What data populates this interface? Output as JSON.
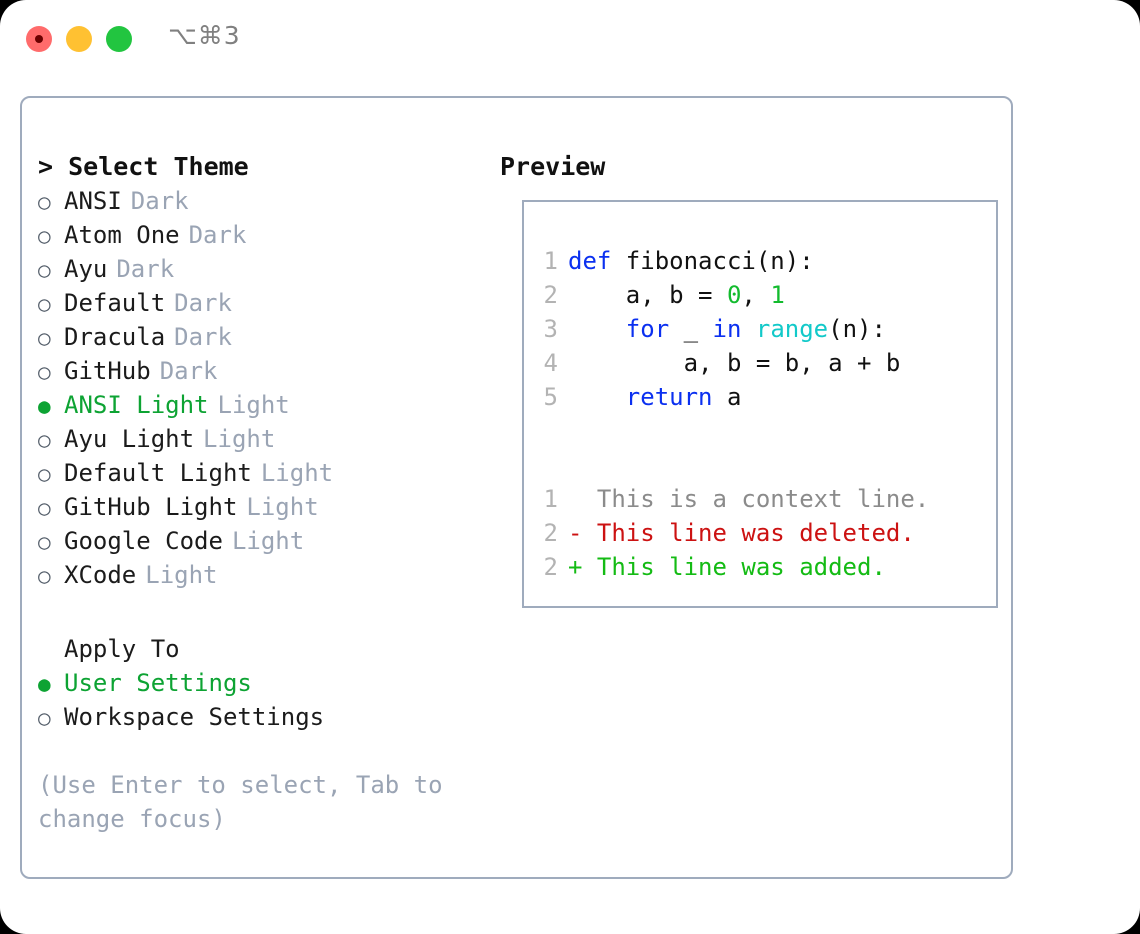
{
  "titlebar": {
    "shortcut": "⌥⌘3",
    "buttons": [
      {
        "name": "close",
        "color": "#ff6b6b"
      },
      {
        "name": "minimize",
        "color": "#ffc132"
      },
      {
        "name": "maximize",
        "color": "#22c540"
      }
    ]
  },
  "theme_panel": {
    "header": "> Select Theme",
    "items": [
      {
        "bullet": "○",
        "label": "ANSI",
        "tag": "Dark",
        "selected": false
      },
      {
        "bullet": "○",
        "label": "Atom One",
        "tag": "Dark",
        "selected": false
      },
      {
        "bullet": "○",
        "label": "Ayu",
        "tag": "Dark",
        "selected": false
      },
      {
        "bullet": "○",
        "label": "Default",
        "tag": "Dark",
        "selected": false
      },
      {
        "bullet": "○",
        "label": "Dracula",
        "tag": "Dark",
        "selected": false
      },
      {
        "bullet": "○",
        "label": "GitHub",
        "tag": "Dark",
        "selected": false
      },
      {
        "bullet": "●",
        "label": "ANSI Light",
        "tag": "Light",
        "selected": true
      },
      {
        "bullet": "○",
        "label": "Ayu Light",
        "tag": "Light",
        "selected": false
      },
      {
        "bullet": "○",
        "label": "Default Light",
        "tag": "Light",
        "selected": false
      },
      {
        "bullet": "○",
        "label": "GitHub Light",
        "tag": "Light",
        "selected": false
      },
      {
        "bullet": "○",
        "label": "Google Code",
        "tag": "Light",
        "selected": false
      },
      {
        "bullet": "○",
        "label": "XCode",
        "tag": "Light",
        "selected": false
      }
    ]
  },
  "apply_to": {
    "label": "Apply To",
    "items": [
      {
        "bullet": "●",
        "label": "User Settings",
        "selected": true
      },
      {
        "bullet": "○",
        "label": "Workspace Settings",
        "selected": false
      }
    ]
  },
  "hint": "(Use Enter to select, Tab to change focus)",
  "preview": {
    "title": "Preview",
    "code_lines": [
      {
        "no": "1",
        "tokens": [
          {
            "t": "def ",
            "c": "kw"
          },
          {
            "t": "fibonacci(n):",
            "c": "plain"
          }
        ]
      },
      {
        "no": "2",
        "tokens": [
          {
            "t": "    a, b = ",
            "c": "plain"
          },
          {
            "t": "0",
            "c": "num"
          },
          {
            "t": ", ",
            "c": "plain"
          },
          {
            "t": "1",
            "c": "num"
          }
        ]
      },
      {
        "no": "3",
        "tokens": [
          {
            "t": "    ",
            "c": "plain"
          },
          {
            "t": "for",
            "c": "kw"
          },
          {
            "t": " _ ",
            "c": "plain"
          },
          {
            "t": "in",
            "c": "kw"
          },
          {
            "t": " ",
            "c": "plain"
          },
          {
            "t": "range",
            "c": "fn"
          },
          {
            "t": "(n):",
            "c": "plain"
          }
        ]
      },
      {
        "no": "4",
        "tokens": [
          {
            "t": "        a, b = b, a + b",
            "c": "plain"
          }
        ]
      },
      {
        "no": "5",
        "tokens": [
          {
            "t": "    ",
            "c": "plain"
          },
          {
            "t": "return",
            "c": "kw"
          },
          {
            "t": " a",
            "c": "plain"
          }
        ]
      }
    ],
    "diff_lines": [
      {
        "no": "1",
        "marker": "  ",
        "text": "This is a context line.",
        "kind": "ctx"
      },
      {
        "no": "2",
        "marker": "- ",
        "text": "This line was deleted.",
        "kind": "del"
      },
      {
        "no": "2",
        "marker": "+ ",
        "text": "This line was added.",
        "kind": "add"
      }
    ]
  },
  "colors": {
    "border": "#9fabbd",
    "accent_green": "#0da333",
    "muted": "#9aa4b4",
    "keyword_blue": "#0b30f0",
    "function_cyan": "#12c9c9",
    "number_green": "#13bb2e",
    "diff_delete_red": "#cc1212",
    "diff_add_green": "#14bb14",
    "lineno_gray": "#b3b3b3"
  }
}
